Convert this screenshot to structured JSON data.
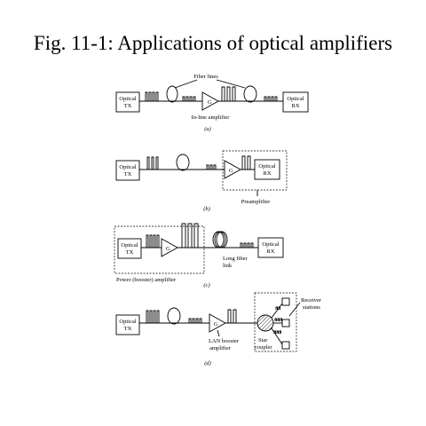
{
  "title": "Fig. 11-1: Applications of optical amplifiers",
  "panels": {
    "a": {
      "tx": [
        "Optical",
        "TX"
      ],
      "rx": [
        "Optical",
        "RX"
      ],
      "amp_symbol": "G",
      "fiber_label": "Fiber lines",
      "amp_label": "In-line amplifier",
      "caption": "(a)"
    },
    "b": {
      "tx": [
        "Optical",
        "TX"
      ],
      "rx": [
        "Optical",
        "RX"
      ],
      "amp_symbol": "G",
      "preamp_label": "Preamplifier",
      "caption": "(b)"
    },
    "c": {
      "tx": [
        "Optical",
        "TX"
      ],
      "rx": [
        "Optical",
        "RX"
      ],
      "amp_symbol": "G",
      "fiber_label": [
        "Long fiber",
        "link"
      ],
      "booster_label": "Power (booster) amplifier",
      "caption": "(c)"
    },
    "d": {
      "tx": [
        "Optical",
        "TX"
      ],
      "amp_symbol": "G",
      "amp_label": [
        "LAN booster",
        "amplifier"
      ],
      "coupler_label": [
        "Star",
        "coupler"
      ],
      "receiver_label": [
        "Receiver",
        "stations"
      ],
      "caption": "(d)"
    }
  }
}
